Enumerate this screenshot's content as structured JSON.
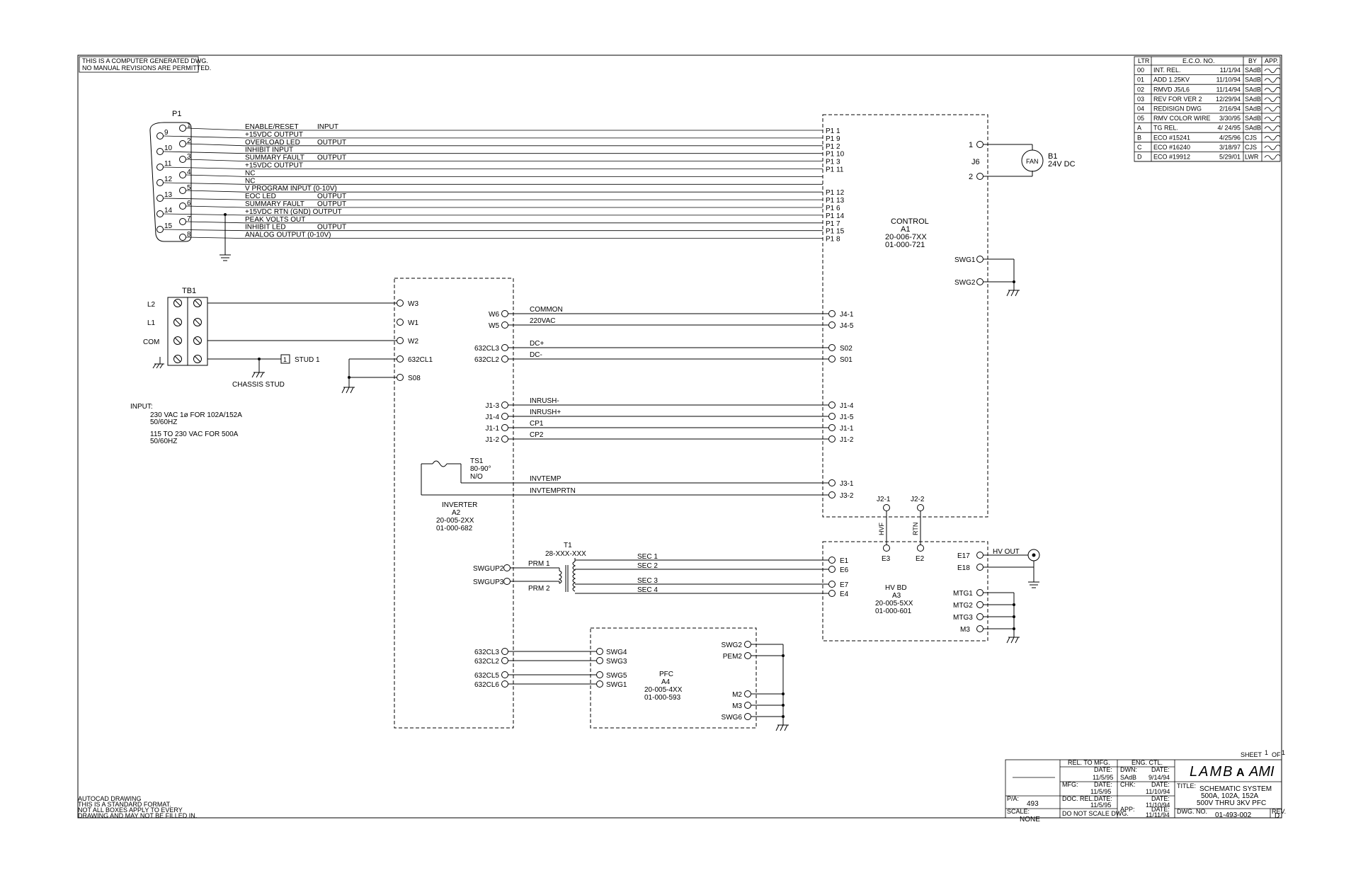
{
  "notes": {
    "computer_generated_1": "THIS IS A COMPUTER GENERATED DWG.",
    "computer_generated_2": "NO MANUAL REVISIONS ARE PERMITTED.",
    "autocad_1": "AUTOCAD DRAWING",
    "autocad_2": "THIS IS A STANDARD FORMAT.",
    "autocad_3": "NOT ALL BOXES APPLY TO EVERY",
    "autocad_4": "DRAWING AND MAY NOT BE FILLED IN."
  },
  "revisions": {
    "headers": [
      "LTR",
      "E.C.O. NO.",
      "BY",
      "APP."
    ],
    "rows": [
      {
        "ltr": "00",
        "eco": "INT. REL.",
        "date": "11/1/94",
        "by": "SAdB"
      },
      {
        "ltr": "01",
        "eco": "ADD 1.25KV",
        "date": "11/10/94",
        "by": "SAdB"
      },
      {
        "ltr": "02",
        "eco": "RMVD J5/L6",
        "date": "11/14/94",
        "by": "SAdB"
      },
      {
        "ltr": "03",
        "eco": "REV FOR VER 2",
        "date": "12/29/94",
        "by": "SAdB"
      },
      {
        "ltr": "04",
        "eco": "REDISIGN DWG",
        "date": "2/16/94",
        "by": "SAdB"
      },
      {
        "ltr": "05",
        "eco": "RMV COLOR WIRE",
        "date": "3/30/95",
        "by": "SAdB"
      },
      {
        "ltr": "A",
        "eco": "TG REL.",
        "date": "4/ 24/95",
        "by": "SAdB"
      },
      {
        "ltr": "B",
        "eco": "ECO #15241",
        "date": "4/25/96",
        "by": "CJS"
      },
      {
        "ltr": "C",
        "eco": "ECO #16240",
        "date": "3/18/97",
        "by": "CJS"
      },
      {
        "ltr": "D",
        "eco": "ECO #19912",
        "date": "5/29/01",
        "by": "LWR"
      }
    ]
  },
  "p1": {
    "label": "P1",
    "pin_numbers": [
      "1",
      "2",
      "3",
      "4",
      "5",
      "6",
      "7",
      "8",
      "9",
      "10",
      "11",
      "12",
      "13",
      "14",
      "15"
    ],
    "signals": [
      {
        "name": "ENABLE/RESET",
        "dir": "INPUT",
        "dest": "P1  1"
      },
      {
        "name": "+15VDC  OUTPUT",
        "dir": "",
        "dest": "P1  9"
      },
      {
        "name": "OVERLOAD  LED",
        "dir": "OUTPUT",
        "dest": "P1  2"
      },
      {
        "name": "INHIBIT  INPUT",
        "dir": "",
        "dest": "P1  10"
      },
      {
        "name": "SUMMARY  FAULT",
        "dir": "OUTPUT",
        "dest": "P1  3"
      },
      {
        "name": "+15VDC  OUTPUT",
        "dir": "",
        "dest": "P1  11"
      },
      {
        "name": "NC",
        "dir": "",
        "dest": ""
      },
      {
        "name": "NC",
        "dir": "",
        "dest": ""
      },
      {
        "name": "V  PROGRAM  INPUT  (0-10V)",
        "dir": "",
        "dest": "P1  12"
      },
      {
        "name": "EOC  LED",
        "dir": "OUTPUT",
        "dest": "P1  13"
      },
      {
        "name": "SUMMARY  FAULT",
        "dir": "OUTPUT",
        "dest": "P1  6"
      },
      {
        "name": "+15VDC  RTN  (GND)  OUTPUT",
        "dir": "",
        "dest": "P1  14"
      },
      {
        "name": "PEAK  VOLTS  OUT",
        "dir": "",
        "dest": "P1  7"
      },
      {
        "name": "INHIBIT  LED",
        "dir": "OUTPUT",
        "dest": "P1  15"
      },
      {
        "name": "ANALOG  OUTPUT  (0-10V)",
        "dir": "",
        "dest": "P1  8"
      }
    ]
  },
  "control": {
    "name": "CONTROL",
    "ref": "A1",
    "pn1": "20-006-7XX",
    "pn2": "01-000-721"
  },
  "fan": {
    "connector": "J6",
    "pin1": "1",
    "pin2": "2",
    "symbol": "FAN",
    "ref": "B1",
    "voltage": "24V  DC"
  },
  "swg_right": [
    "SWG1",
    "SWG2"
  ],
  "tb1": {
    "label": "TB1",
    "terminals": [
      "L2",
      "L1",
      "COM"
    ],
    "stud_ref": "STUD  1",
    "stud_box": "1",
    "chassis": "CHASSIS  STUD"
  },
  "input_spec": {
    "head": "INPUT:",
    "line1": "230  VAC  1ø  FOR  102A/152A",
    "line2": "50/60HZ",
    "line3": "115  TO  230  VAC  FOR  500A",
    "line4": "50/60HZ"
  },
  "inverter": {
    "name": "INVERTER",
    "ref": "A2",
    "pn1": "20-005-2XX",
    "pn2": "01-000-682",
    "inputs": [
      "W3",
      "W1",
      "W2",
      "632CL1",
      "S08"
    ]
  },
  "inverter_control_wires": [
    {
      "from": "W6",
      "signal": "COMMON",
      "to": "J4-1"
    },
    {
      "from": "W5",
      "signal": "220VAC",
      "to": "J4-5"
    },
    {
      "from": "632CL3",
      "signal": "DC+",
      "to": "S02"
    },
    {
      "from": "632CL2",
      "signal": "DC-",
      "to": "S01"
    },
    {
      "from": "J1-3",
      "signal": "INRUSH-",
      "to": "J1-4"
    },
    {
      "from": "J1-4",
      "signal": "INRUSH+",
      "to": "J1-5"
    },
    {
      "from": "J1-1",
      "signal": "CP1",
      "to": "J1-1"
    },
    {
      "from": "J1-2",
      "signal": "CP2",
      "to": "J1-2"
    },
    {
      "from": "",
      "signal": "INVTEMP",
      "to": "J3-1"
    },
    {
      "from": "",
      "signal": "INVTEMPRTN",
      "to": "J3-2"
    }
  ],
  "ts1": {
    "ref": "TS1",
    "range": "80-90°",
    "type": "N/O"
  },
  "j2": {
    "pins": [
      "J2-1",
      "J2-2"
    ],
    "wires": [
      "HVF",
      "RTN"
    ],
    "ends": [
      "E3",
      "E2"
    ]
  },
  "t1": {
    "ref": "T1",
    "pn": "28-XXX-XXX",
    "prim": [
      "PRM  1",
      "PRM  2"
    ],
    "inputs": [
      "SWGUP2",
      "SWGUP3"
    ],
    "secs": [
      {
        "sec": "SEC  1",
        "to": "E1"
      },
      {
        "sec": "SEC  2",
        "to": "E6"
      },
      {
        "sec": "SEC  3",
        "to": "E7"
      },
      {
        "sec": "SEC  4",
        "to": "E4"
      }
    ]
  },
  "hv": {
    "name": "HV  BD",
    "ref": "A3",
    "pn1": "20-005-5XX",
    "pn2": "01-000-601",
    "out_pins": [
      "E17",
      "E18"
    ],
    "out_label": "HV  OUT",
    "mtg": [
      "MTG1",
      "MTG2",
      "MTG3",
      "M3"
    ]
  },
  "pfc": {
    "name": "PFC",
    "ref": "A4",
    "pn1": "20-005-4XX",
    "pn2": "01-000-593",
    "inv_pins": [
      "632CL3",
      "632CL2",
      "632CL5",
      "632CL6"
    ],
    "left_pins": [
      "SWG4",
      "SWG3",
      "SWG5",
      "SWG1"
    ],
    "right_pins": [
      "SWG2",
      "PEM2",
      "M2",
      "M3",
      "SWG6"
    ]
  },
  "title_block": {
    "sheet": "SHEET",
    "sheet_num": "1",
    "of": "OF",
    "sheet_total": "1",
    "rel_mfg": "REL. TO MFG.",
    "eng_ctl": "ENG. CTL.",
    "date_lbl": "DATE:",
    "rel_date": "11/5/95",
    "dwn_lbl": "DWN:",
    "dwn": "SAdB",
    "dwn_date": "9/14/94",
    "mfg_lbl": "MFG:",
    "mfg_date": "11/5/95",
    "chk_lbl": "CHK:",
    "chk_date": "11/10/94",
    "doc_rel_lbl": "DOC. REL.",
    "doc_rel_date": "11/5/95",
    "ctl_date": "11/10/94",
    "app_lbl": "APP:",
    "app_date": "11/11/94",
    "do_not_scale": "DO NOT SCALE DWG.",
    "pa_lbl": "P/A:",
    "pa": "493",
    "scale_lbl": "SCALE:",
    "scale": "NONE",
    "title_lbl": "TITLE:",
    "title1": "SCHEMATIC  SYSTEM",
    "title2": "500A,  102A,  152A",
    "title3": "500V  THRU  3KV  PFC",
    "dwg_lbl": "DWG. NO.",
    "dwg": "01-493-002",
    "rev_lbl": "REV.",
    "rev": "D",
    "logo_1": "LAMB",
    "logo_2": "A",
    "logo_3": "AMI"
  }
}
